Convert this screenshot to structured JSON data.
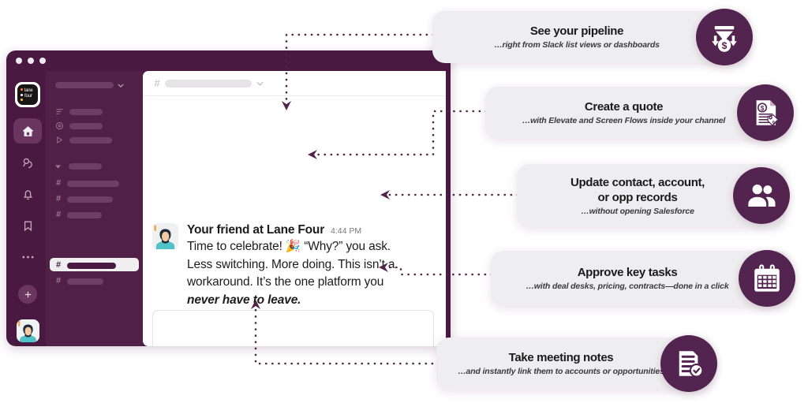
{
  "theme": {
    "slack_purple": "#4a1942",
    "slack_sidebar": "#512049",
    "badge_purple": "#542450",
    "card_bg": "#eeedef",
    "connector": "#52234b"
  },
  "slack": {
    "window_name": "Slack desktop app window",
    "titlebar": {
      "dots": [
        "close-dot",
        "minimize-dot",
        "maximize-dot"
      ]
    },
    "rail": {
      "workspace_logo_text": "lane\nfour",
      "items": [
        {
          "name": "home",
          "icon": "home-icon",
          "active": true
        },
        {
          "name": "dms",
          "icon": "dms-icon",
          "active": false
        },
        {
          "name": "activity",
          "icon": "bell-icon",
          "active": false
        },
        {
          "name": "later",
          "icon": "bookmark-icon",
          "active": false
        },
        {
          "name": "more",
          "icon": "more-icon",
          "active": false
        }
      ],
      "add_label": "+"
    },
    "sidebar": {
      "workspace_name": "",
      "nav_items": [
        {
          "icon": "threads-icon",
          "label": ""
        },
        {
          "icon": "mentions-icon",
          "label": ""
        },
        {
          "icon": "drafts-sent-icon",
          "label": ""
        }
      ],
      "section_label": "",
      "channels": [
        {
          "prefix": "#",
          "label": "",
          "selected": false
        },
        {
          "prefix": "#",
          "label": "",
          "selected": false
        },
        {
          "prefix": "#",
          "label": "",
          "selected": false
        },
        {
          "prefix": "#",
          "label": "",
          "selected": true
        },
        {
          "prefix": "#",
          "label": "",
          "selected": false
        }
      ]
    },
    "channel_header": {
      "prefix": "#",
      "channel_name": "",
      "chevron": "chevron-down-icon"
    },
    "message": {
      "author": "Your friend at Lane Four",
      "time": "4:44 PM",
      "text_line1": "Time to celebrate! 🎉 “Why?” you ask.",
      "text_line2": "Less switching. More doing. This isn’t a",
      "text_line3": "workaround. It’s the one platform you",
      "text_emphasis": "never have to leave."
    },
    "composer": {
      "placeholder": ""
    }
  },
  "cards": [
    {
      "id": "pipeline",
      "title": "See your pipeline",
      "subtitle": "…right from Slack list views or dashboards",
      "icon": "funnel-dollar-icon"
    },
    {
      "id": "quote",
      "title": "Create a quote",
      "subtitle": "…with Elevate and Screen Flows inside your channel",
      "icon": "quote-document-icon"
    },
    {
      "id": "records",
      "title": "Update contact, account,\nor opp records",
      "subtitle": "…without opening Salesforce",
      "icon": "people-icon"
    },
    {
      "id": "approve",
      "title": "Approve key tasks",
      "subtitle": "…with deal desks, pricing, contracts—done in a click",
      "icon": "calendar-icon"
    },
    {
      "id": "notes",
      "title": "Take meeting notes",
      "subtitle": "…and instantly link them to accounts or opportunities",
      "icon": "notes-check-icon"
    }
  ]
}
